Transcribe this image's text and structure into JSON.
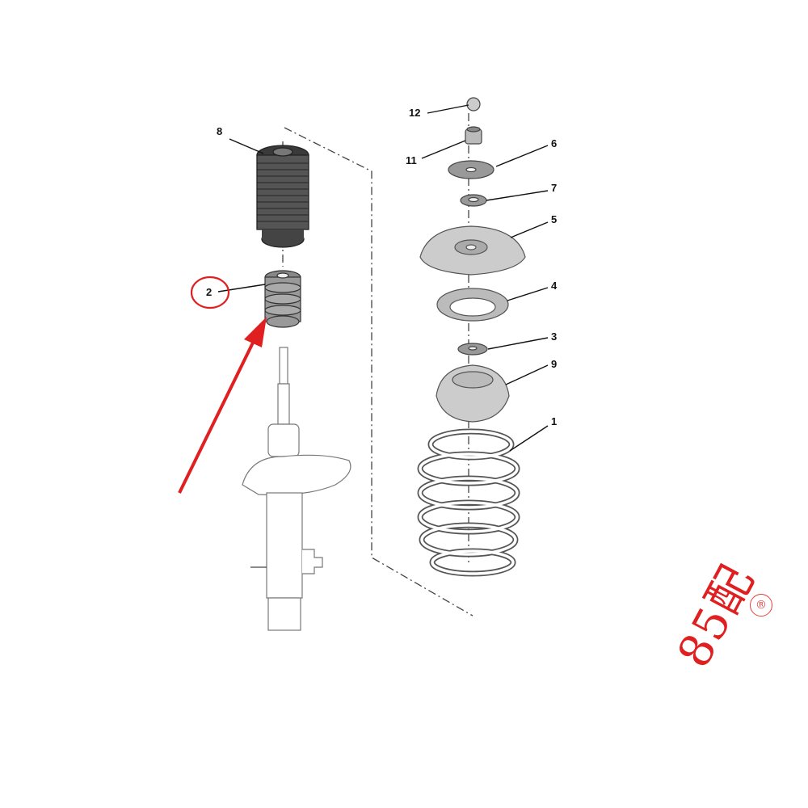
{
  "diagram": {
    "type": "exploded-parts-diagram",
    "subject": "Front strut and coil spring assembly",
    "callouts": [
      {
        "id": "8",
        "label": "8",
        "part": "Dust boot / bellows"
      },
      {
        "id": "2",
        "label": "2",
        "part": "Bump stop",
        "highlighted": true
      },
      {
        "id": "12",
        "label": "12",
        "part": "Cap"
      },
      {
        "id": "11",
        "label": "11",
        "part": "Nut"
      },
      {
        "id": "6",
        "label": "6",
        "part": "Cup washer"
      },
      {
        "id": "7",
        "label": "7",
        "part": "Washer"
      },
      {
        "id": "5",
        "label": "5",
        "part": "Top mount"
      },
      {
        "id": "4",
        "label": "4",
        "part": "Bearing"
      },
      {
        "id": "3",
        "label": "3",
        "part": "Washer"
      },
      {
        "id": "9",
        "label": "9",
        "part": "Spring seat"
      },
      {
        "id": "1",
        "label": "1",
        "part": "Coil spring"
      }
    ],
    "highlight_color": "#e02020"
  },
  "watermark": {
    "text": "85配",
    "registered": "®",
    "color": "#e02020"
  }
}
